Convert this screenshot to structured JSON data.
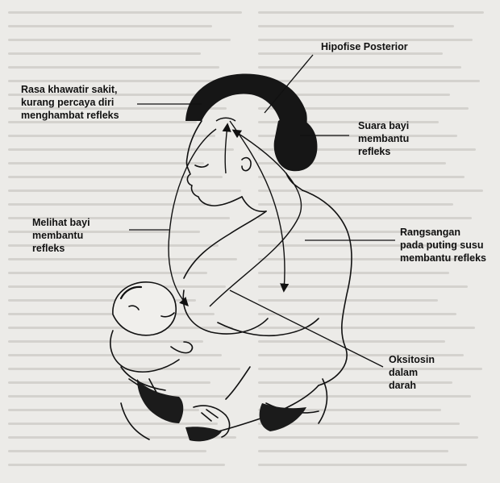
{
  "labels": {
    "hipofise": [
      "Hipofise Posterior"
    ],
    "rasa_khawatir": [
      "Rasa khawatir sakit,",
      "kurang percaya diri",
      "menghambat refleks"
    ],
    "suara_bayi": [
      "Suara bayi",
      "membantu",
      "refleks"
    ],
    "melihat_bayi": [
      "Melihat bayi",
      "membantu",
      "refleks"
    ],
    "rangsangan": [
      "Rangsangan",
      "pada puting susu",
      "membantu refleks"
    ],
    "oksitosin": [
      "Oksitosin",
      "dalam",
      "darah"
    ]
  },
  "colors": {
    "ink": "#111111",
    "paper": "#ecebe8",
    "hair": "#1a1a1a"
  }
}
